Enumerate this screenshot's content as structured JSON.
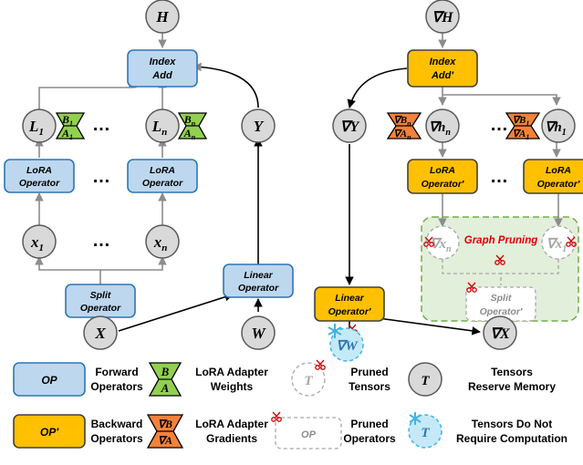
{
  "forward": {
    "output_H": "H",
    "index_add": [
      "Index",
      "Add"
    ],
    "L1": "L",
    "L1_sub": "1",
    "Ln": "L",
    "Ln_sub": "n",
    "Y": "Y",
    "adapter1_top": "B",
    "adapter1_top_sub": "1",
    "adapter1_bottom": "A",
    "adapter1_bottom_sub": "1",
    "adaptern_top": "B",
    "adaptern_top_sub": "n",
    "adaptern_bottom": "A",
    "adaptern_bottom_sub": "n",
    "ellipsis": "…",
    "lora_operator": [
      "LoRA",
      "Operator"
    ],
    "x1": "x",
    "x1_sub": "1",
    "xn": "x",
    "xn_sub": "n",
    "split_operator": [
      "Split",
      "Operator"
    ],
    "linear_operator": [
      "Linear",
      "Operator"
    ],
    "X": "X",
    "W": "W"
  },
  "backward": {
    "grad_H": "∇H",
    "index_add": [
      "Index",
      "Add′"
    ],
    "grad_Y": "∇Y",
    "grad_hn": "∇h",
    "grad_hn_sub": "n",
    "grad_h1": "∇h",
    "grad_h1_sub": "1",
    "adaptern_top": "∇B",
    "adaptern_top_sub": "n",
    "adaptern_bottom": "∇A",
    "adaptern_bottom_sub": "n",
    "adapter1_top": "∇B",
    "adapter1_top_sub": "1",
    "adapter1_bottom": "∇A",
    "adapter1_bottom_sub": "1",
    "ellipsis": "…",
    "lora_operator": [
      "LoRA",
      "Operator′"
    ],
    "graph_pruning": "Graph Pruning",
    "grad_xn": "∇x",
    "grad_xn_sub": "n",
    "grad_x1": "∇x",
    "grad_x1_sub": "1",
    "split_operator": [
      "Split",
      "Operator′"
    ],
    "linear_operator": [
      "Linear",
      "Operator′"
    ],
    "grad_W": "∇W",
    "grad_X": "∇X"
  },
  "legend": {
    "op_sym": "OP",
    "op_prime_sym": "OP′",
    "forward_ops": [
      "Forward",
      "Operators"
    ],
    "backward_ops": [
      "Backward",
      "Operators"
    ],
    "adapter_weights_sym_top": "B",
    "adapter_weights_sym_bottom": "A",
    "adapter_weights": [
      "LoRA Adapter",
      "Weights"
    ],
    "adapter_grads_sym_top": "∇B",
    "adapter_grads_sym_bottom": "∇A",
    "adapter_grads": [
      "LoRA Adapter",
      "Gradients"
    ],
    "pruned_tensor_sym": "T",
    "pruned_tensors": [
      "Pruned",
      "Tensors"
    ],
    "pruned_op_sym": "OP",
    "pruned_ops": [
      "Pruned",
      "Operators"
    ],
    "tensor_sym": "T",
    "tensors_reserve": [
      "Tensors",
      "Reserve Memory"
    ],
    "tensor_nocomp_sym": "T",
    "tensors_nocomp": [
      "Tensors Do Not",
      "Require Computation"
    ]
  },
  "colors": {
    "forward_op_fill": "#bdd7ee",
    "forward_op_stroke": "#2e75b6",
    "backward_op_fill": "#ffc000",
    "backward_op_stroke": "#404040",
    "tensor_fill": "#d9d9d9",
    "adapter_weight_fill": "#92d050",
    "adapter_grad_fill": "#f4823a",
    "pruning_region_fill": "#e2efda",
    "pruning_region_stroke": "#70ad47",
    "pruning_title": "#e00000",
    "no_comp_fill": "#c5e9f7",
    "no_comp_stroke": "#3fb4e0",
    "scissors": "#d00000"
  }
}
